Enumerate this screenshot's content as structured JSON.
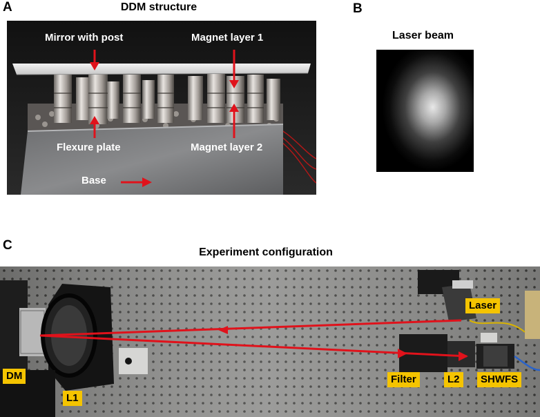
{
  "panel_a": {
    "letter": "A",
    "title": "DDM structure",
    "labels": {
      "mirror": "Mirror with post",
      "magnet1": "Magnet layer 1",
      "flexure": "Flexure plate",
      "magnet2": "Magnet layer 2",
      "base": "Base"
    }
  },
  "panel_b": {
    "letter": "B",
    "title": "Laser beam"
  },
  "panel_c": {
    "letter": "C",
    "title": "Experiment configuration",
    "tags": {
      "laser": "Laser",
      "dm": "DM",
      "l1": "L1",
      "filter": "Filter",
      "l2": "L2",
      "shwfs": "SHWFS"
    }
  },
  "colors": {
    "arrow": "#e0121b",
    "tag": "#f5c400"
  }
}
